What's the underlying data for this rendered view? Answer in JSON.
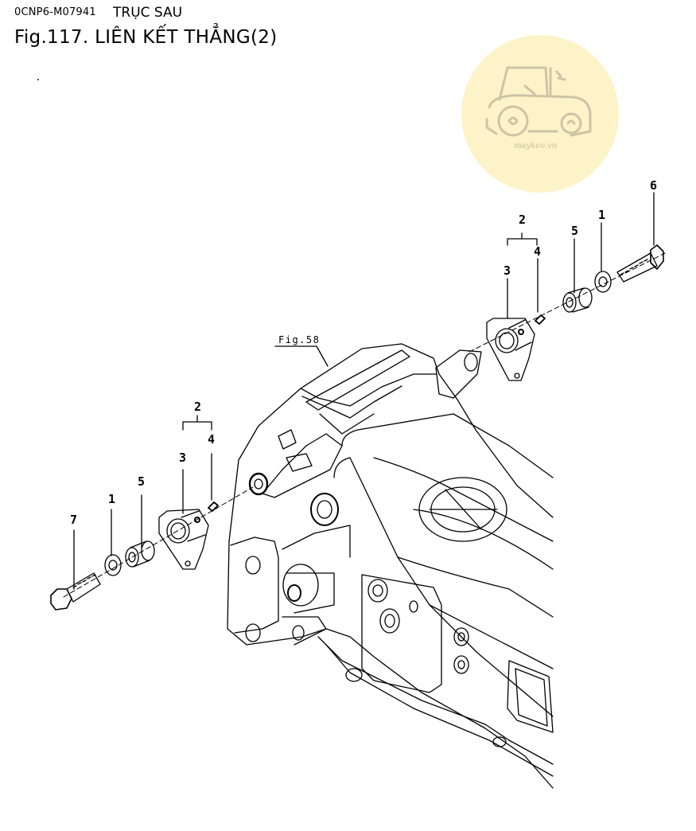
{
  "header": {
    "code": "0CNP6-M07941",
    "section": "TRỤC SAU",
    "title": "Fig.117.  LIÊN KẾT THẲNG(2)"
  },
  "watermark": {
    "text": "maykeo.vn",
    "background_color": "#fdf3c8",
    "icon": "tractor-icon"
  },
  "diagram": {
    "figure_reference": "Fig.58",
    "upper_assembly_labels": {
      "group": "2",
      "bushing_housing": "3",
      "grease_nipple": "4",
      "bushing": "5",
      "washer": "1",
      "bolt": "6"
    },
    "lower_assembly_labels": {
      "group": "2",
      "bushing_housing": "3",
      "grease_nipple": "4",
      "bushing": "5",
      "washer": "1",
      "bolt": "7"
    }
  }
}
